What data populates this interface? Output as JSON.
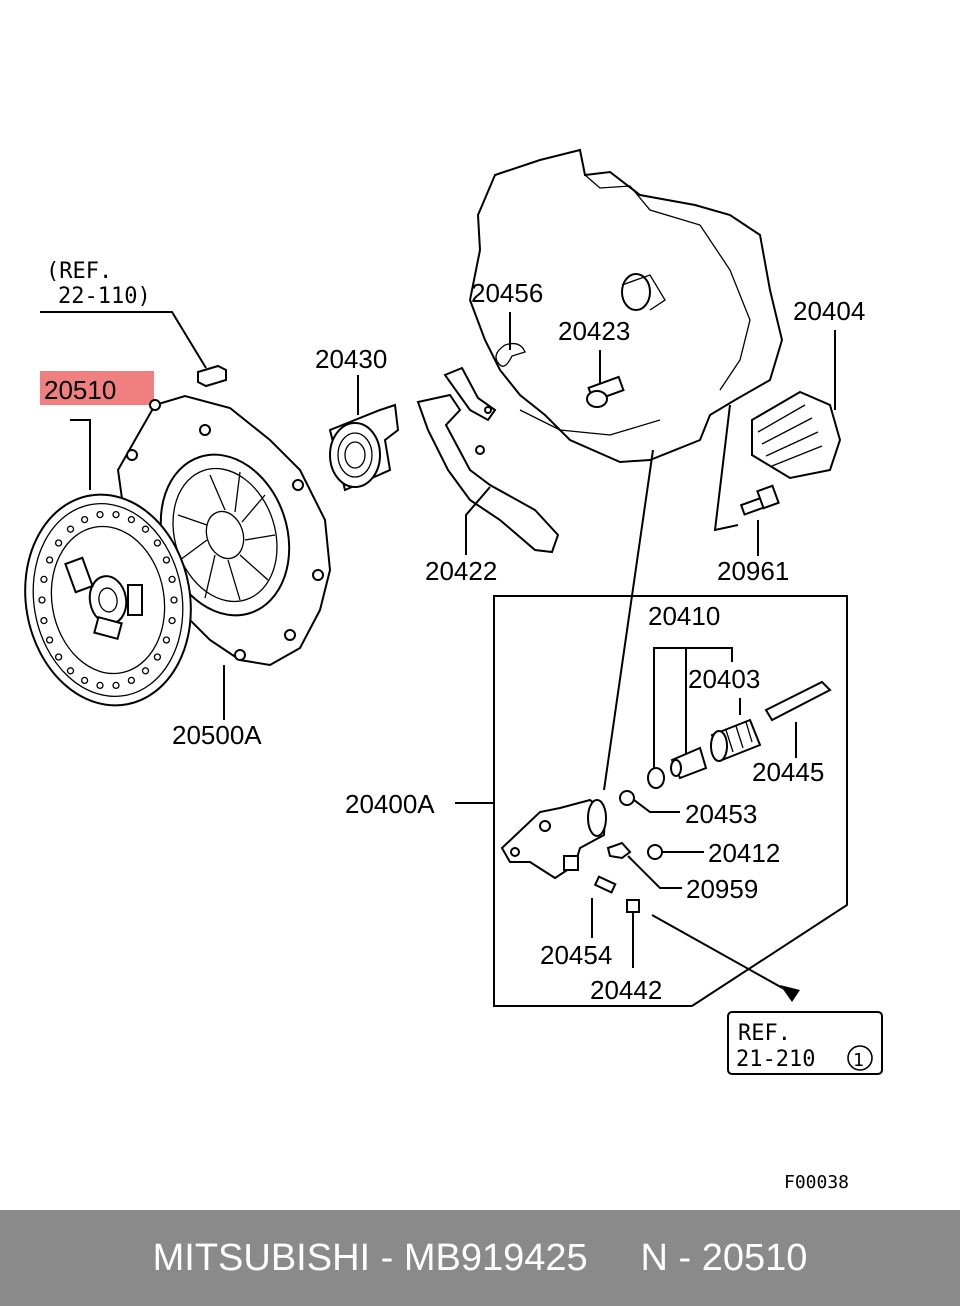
{
  "highlight_color": "#f08080",
  "footer_bg": "#8a8a8a",
  "ref_top": {
    "line1": "(REF.",
    "line2": "22-110)"
  },
  "ref_box": {
    "line1": "REF.",
    "line2": "21-210",
    "circle": "1"
  },
  "figure_code": "F00038",
  "labels": {
    "p20510": "20510",
    "p20500A": "20500A",
    "p20430": "20430",
    "p20456": "20456",
    "p20423": "20423",
    "p20404": "20404",
    "p20422": "20422",
    "p20961": "20961",
    "p20410": "20410",
    "p20403": "20403",
    "p20445": "20445",
    "p20400A": "20400A",
    "p20453": "20453",
    "p20412": "20412",
    "p20959": "20959",
    "p20454": "20454",
    "p20442": "20442"
  },
  "footer": {
    "brand": "MITSUBISHI",
    "part_number": "MB919425",
    "ref": "N - 20510"
  }
}
